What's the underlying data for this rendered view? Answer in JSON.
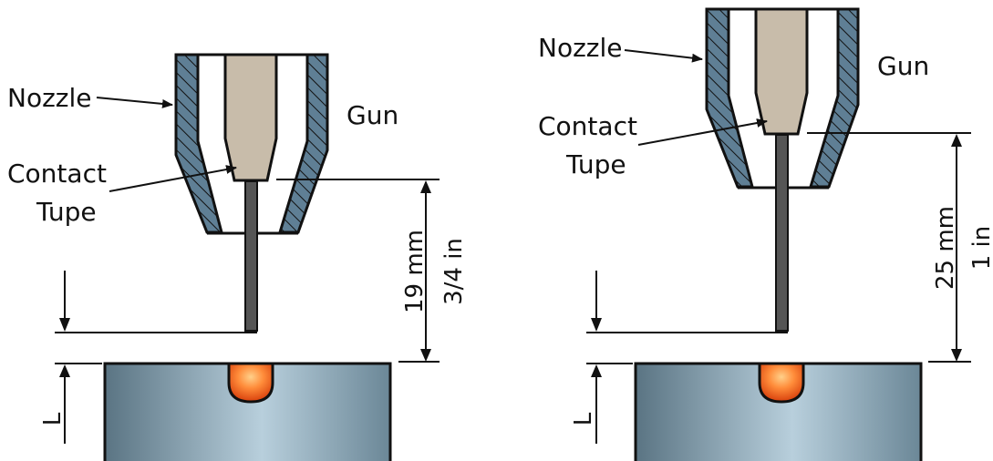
{
  "diagrams": [
    {
      "nozzle_label": "Nozzle",
      "gun_label": "Gun",
      "contact_label_line1": "Contact",
      "contact_label_line2": "Tupe",
      "dim_mm": "19 mm",
      "dim_in": "3/4 in",
      "length_label": "L"
    },
    {
      "nozzle_label": "Nozzle",
      "gun_label": "Gun",
      "contact_label_line1": "Contact",
      "contact_label_line2": "Tupe",
      "dim_mm": "25 mm",
      "dim_in": "1 in",
      "length_label": "L"
    }
  ],
  "colors": {
    "nozzle_fill": "#5f7f95",
    "contact_tube": "#c8bcaa",
    "electrode": "#555555",
    "workpiece_dark": "#5f7a88",
    "workpiece_light": "#b9cfdc",
    "weld_pool_core": "#ffb060",
    "weld_pool_edge": "#e04a10"
  }
}
